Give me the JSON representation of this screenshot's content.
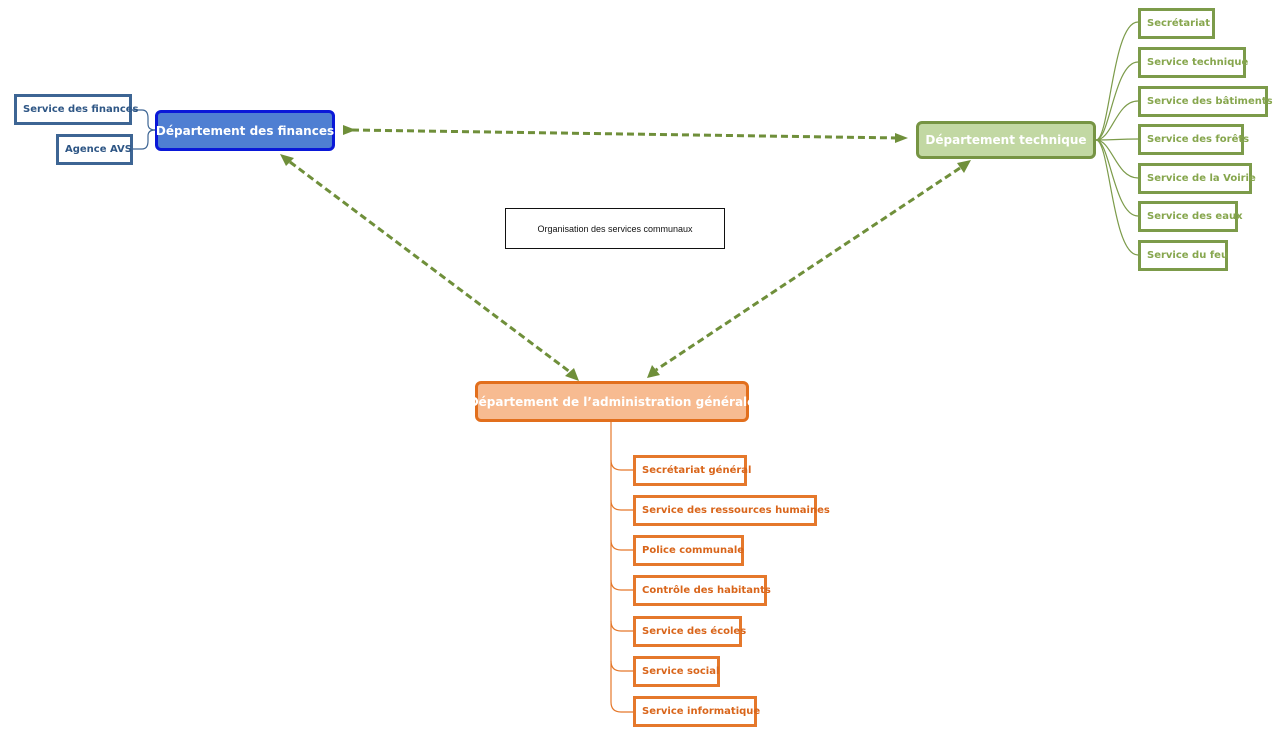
{
  "title": "Organisation des services communaux",
  "colors": {
    "finances": "#4f7fd2",
    "technique": "#c2d8a3",
    "administration": "#f7bb91",
    "connector": "#6f8f3a"
  },
  "finances": {
    "label": "Département des finances",
    "services": [
      "Service des finances",
      "Agence AVS"
    ]
  },
  "technique": {
    "label": "Département technique",
    "services": [
      "Secrétariat",
      "Service technique",
      "Service des bâtiments",
      "Service des forêts",
      "Service de la Voirie",
      "Service des eaux",
      "Service du feu"
    ]
  },
  "administration": {
    "label": "Département de l’administration générale",
    "services": [
      "Secrétariat général",
      "Service des ressources humaines",
      "Police communale",
      "Contrôle des habitants",
      "Service des écoles",
      "Service social",
      "Service informatique"
    ]
  },
  "relations": [
    {
      "from": "finances",
      "to": "technique"
    },
    {
      "from": "finances",
      "to": "administration"
    },
    {
      "from": "technique",
      "to": "administration"
    }
  ]
}
